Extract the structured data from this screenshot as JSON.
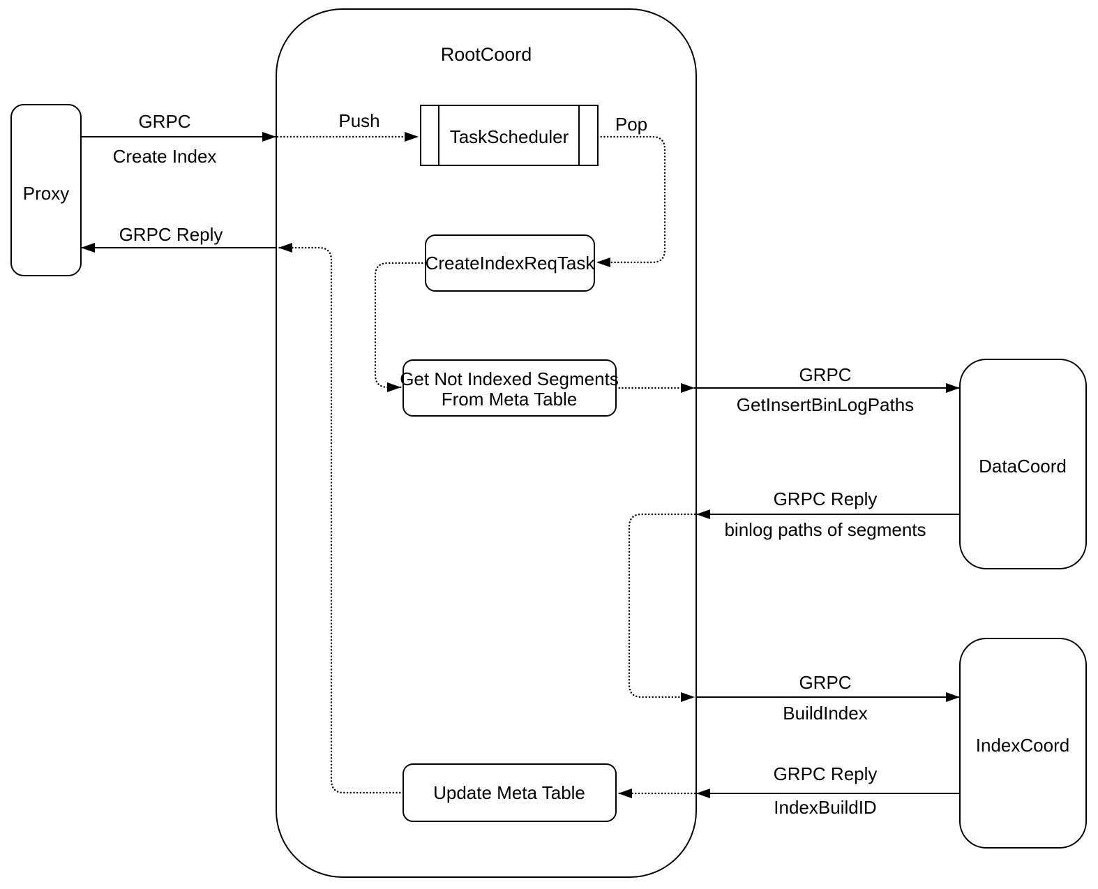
{
  "diagram": {
    "container": {
      "title": "RootCoord"
    },
    "nodes": {
      "proxy": {
        "label": "Proxy"
      },
      "task_scheduler": {
        "label": "TaskScheduler"
      },
      "create_index_req_task": {
        "label": "CreateIndexReqTask"
      },
      "get_not_indexed_segments": {
        "label_line1": "Get Not Indexed Segments",
        "label_line2": "From Meta Table"
      },
      "update_meta_table": {
        "label": "Update Meta Table"
      },
      "data_coord": {
        "label": "DataCoord"
      },
      "index_coord": {
        "label": "IndexCoord"
      }
    },
    "edges": {
      "proxy_to_rootcoord": {
        "label1": "GRPC",
        "label2": "Create Index"
      },
      "rootcoord_to_proxy": {
        "label1": "GRPC Reply"
      },
      "push_to_scheduler": {
        "label": "Push"
      },
      "pop_from_scheduler": {
        "label": "Pop"
      },
      "rootcoord_to_datacoord": {
        "label1": "GRPC",
        "label2": "GetInsertBinLogPaths"
      },
      "datacoord_to_rootcoord": {
        "label1": "GRPC Reply",
        "label2": "binlog paths of segments"
      },
      "rootcoord_to_indexcoord": {
        "label1": "GRPC",
        "label2": "BuildIndex"
      },
      "indexcoord_to_rootcoord": {
        "label1": "GRPC Reply",
        "label2": "IndexBuildID"
      }
    },
    "colors": {
      "stroke": "#000000",
      "background": "#ffffff"
    }
  }
}
